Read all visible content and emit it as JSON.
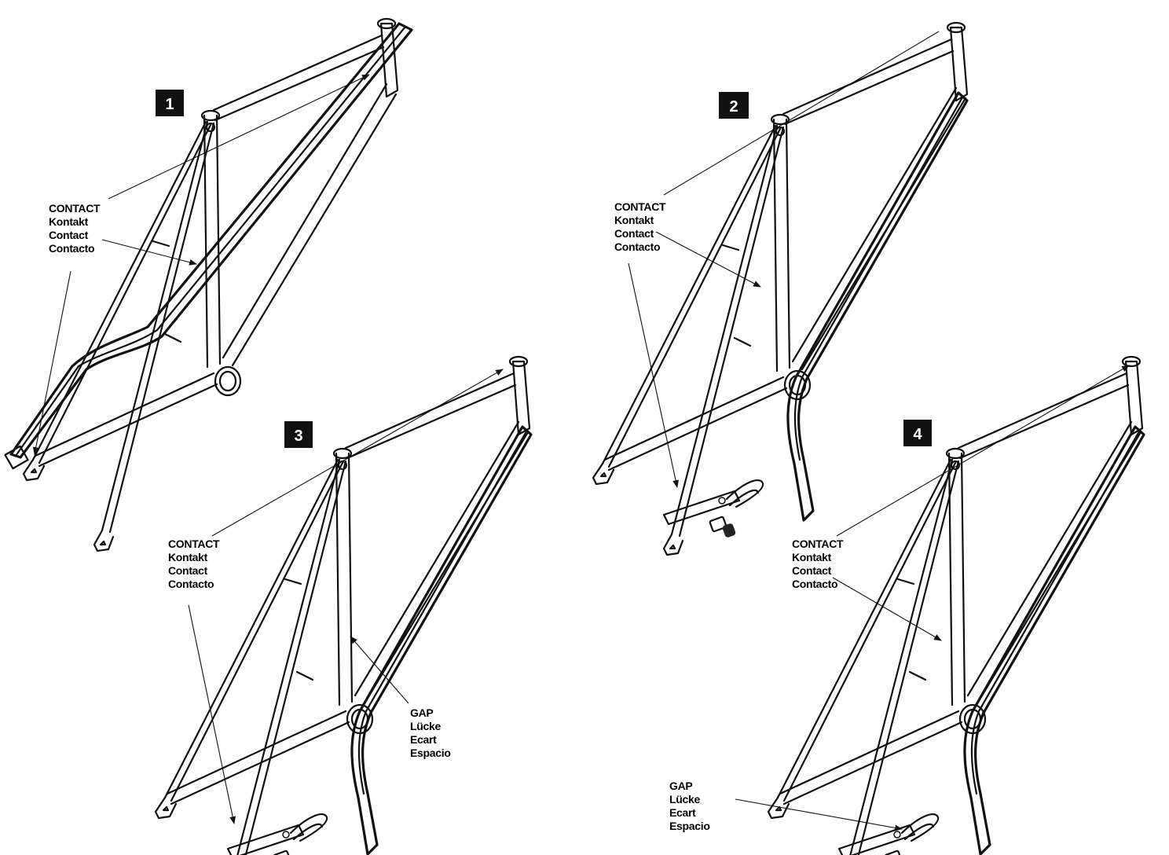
{
  "steps": [
    {
      "number": "1",
      "labels": [
        {
          "lines": [
            "CONTACT",
            "Kontakt",
            "Contact",
            "Contacto"
          ]
        }
      ]
    },
    {
      "number": "2",
      "labels": [
        {
          "lines": [
            "CONTACT",
            "Kontakt",
            "Contact",
            "Contacto"
          ]
        }
      ]
    },
    {
      "number": "3",
      "labels": [
        {
          "lines": [
            "CONTACT",
            "Kontakt",
            "Contact",
            "Contacto"
          ]
        },
        {
          "lines": [
            "GAP",
            "Lücke",
            "Ecart",
            "Espacio"
          ]
        }
      ]
    },
    {
      "number": "4",
      "labels": [
        {
          "lines": [
            "CONTACT",
            "Kontakt",
            "Contact",
            "Contacto"
          ]
        },
        {
          "lines": [
            "GAP",
            "Lücke",
            "Ecart",
            "Espacio"
          ]
        }
      ]
    }
  ],
  "colors": {
    "line": "#111111",
    "badge": "#111111",
    "badge_text": "#ffffff",
    "background": "#ffffff"
  },
  "icons": [
    "arrow-head",
    "bicycle-frame",
    "bike-carrier-arm"
  ]
}
